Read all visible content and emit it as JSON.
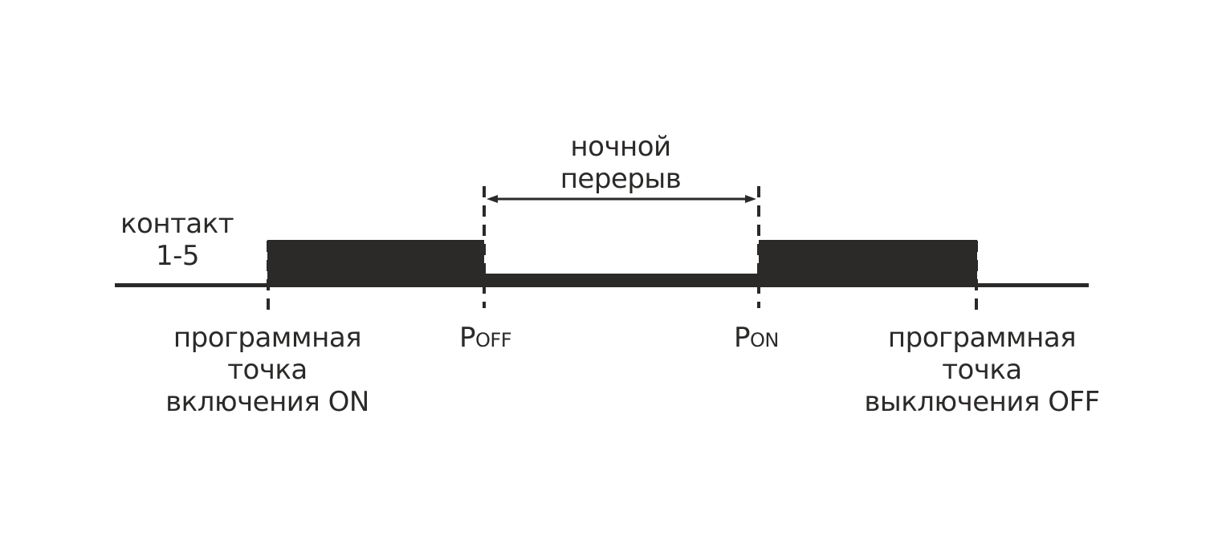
{
  "colors": {
    "ink": "#2b2a29",
    "background": "#ffffff"
  },
  "labels": {
    "contact": [
      "контакт",
      "1-5"
    ],
    "night_break": [
      "ночной",
      "перерыв"
    ],
    "on_point": [
      "программная",
      "точка",
      "включения ON"
    ],
    "off_point": [
      "программная",
      "точка",
      "выключения OFF"
    ],
    "p_off": {
      "main": "P",
      "sub": "OFF"
    },
    "p_on": {
      "main": "P",
      "sub": "ON"
    }
  }
}
